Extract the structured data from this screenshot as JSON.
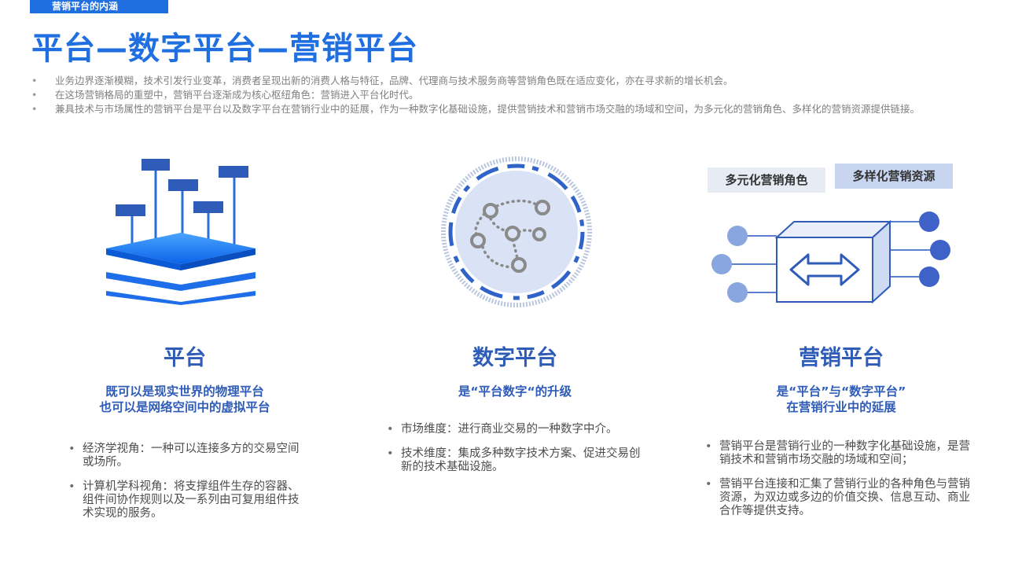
{
  "header": {
    "tag": "营销平台的内涵",
    "title": "平台—数字平台—营销平台"
  },
  "intro_bullets": [
    "业务边界逐渐模糊，技术引发行业变革，消费者呈现出新的消费人格与特征，品牌、代理商与技术服务商等营销角色既在适应变化，亦在寻求新的增长机会。",
    "在这场营销格局的重塑中，营销平台逐渐成为核心枢纽角色：营销进入平台化时代。",
    "兼具技术与市场属性的营销平台是平台以及数字平台在营销行业中的延展，作为一种数字化基础设施，提供营销技术和营销市场交融的场域和空间，为多元化的营销角色、多样化的营销资源提供链接。"
  ],
  "columns": [
    {
      "title": "平台",
      "subtitle_lines": [
        "既可以是现实世界的物理平台",
        "也可以是网络空间中的虚拟平台"
      ],
      "items": [
        "经济学视角：一种可以连接多方的交易空间或场所。",
        "计算机学科视角：将支撑组件生存的容器、组件间协作规则以及一系列由可复用组件技术实现的服务。"
      ]
    },
    {
      "title": "数字平台",
      "subtitle_lines": [
        "是“平台数字“的升级"
      ],
      "items": [
        "市场维度：进行商业交易的一种数字中介。",
        "技术维度：集成多种数字技术方案、促进交易创新的技术基础设施。"
      ]
    },
    {
      "title": "营销平台",
      "subtitle_lines": [
        "是“平台”与“数字平台”",
        "在营销行业中的延展"
      ],
      "items": [
        "营销平台是营销行业的一种数字化基础设施，是营销技术和营销市场交融的场域和空间；",
        "营销平台连接和汇集了营销行业的各种角色与营销资源，为双边或多边的价值交换、信息互动、商业合作等提供支持。"
      ]
    }
  ],
  "resource_boxes": [
    "多元化营销角色",
    "多样化营销资源"
  ],
  "colors": {
    "primary": "#1f6fe0",
    "heading": "#2f5cb8",
    "light_blue": "#d9e3f5",
    "mid_blue": "#8aa6e0",
    "gray_text": "#808080"
  }
}
